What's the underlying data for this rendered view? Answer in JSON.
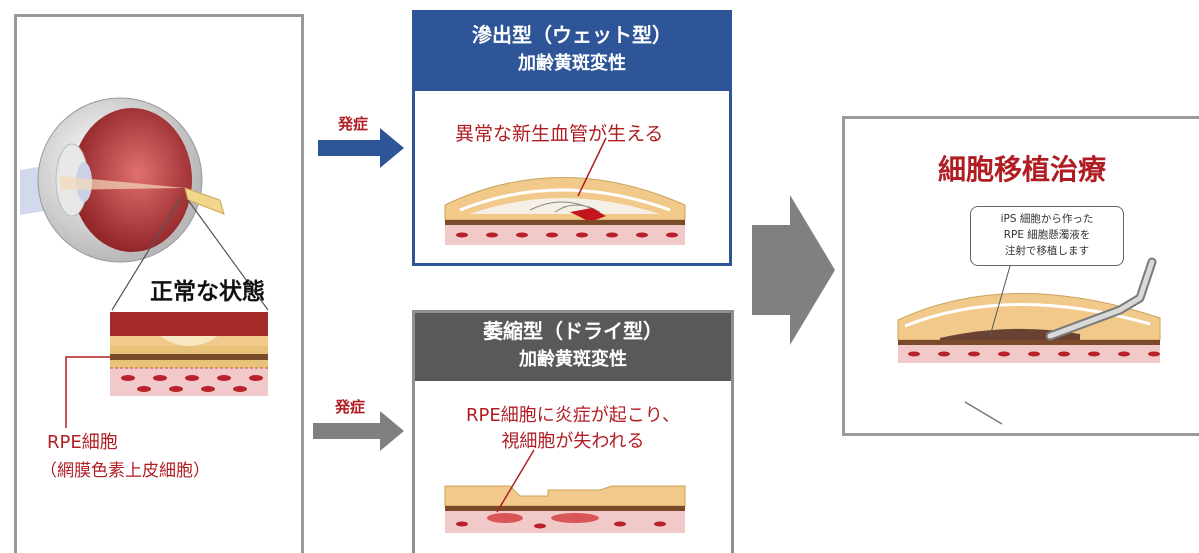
{
  "normal": {
    "title": "正常な状態",
    "rpe_label": "RPE細胞",
    "rpe_sublabel": "（網膜色素上皮細胞）"
  },
  "arrows": {
    "onset_top": "発症",
    "onset_bottom": "発症"
  },
  "wet_amd": {
    "title_line1": "滲出型（ウェット型）",
    "title_line2": "加齢黄斑変性",
    "caption": "異常な新生血管が生える"
  },
  "dry_amd": {
    "title_line1": "萎縮型（ドライ型）",
    "title_line2": "加齢黄斑変性",
    "caption_line1": "RPE細胞に炎症が起こり、",
    "caption_line2": "視細胞が失われる"
  },
  "treatment": {
    "title": "細胞移植治療",
    "callout_line1": "iPS 細胞から作った",
    "callout_line2": "RPE 細胞懸濁液を",
    "callout_line3": "注射で移植します"
  },
  "colors": {
    "wet_header": "#2e5597",
    "dry_header": "#595959",
    "label_red": "#b01e23",
    "arrow_gray": "#808080"
  }
}
